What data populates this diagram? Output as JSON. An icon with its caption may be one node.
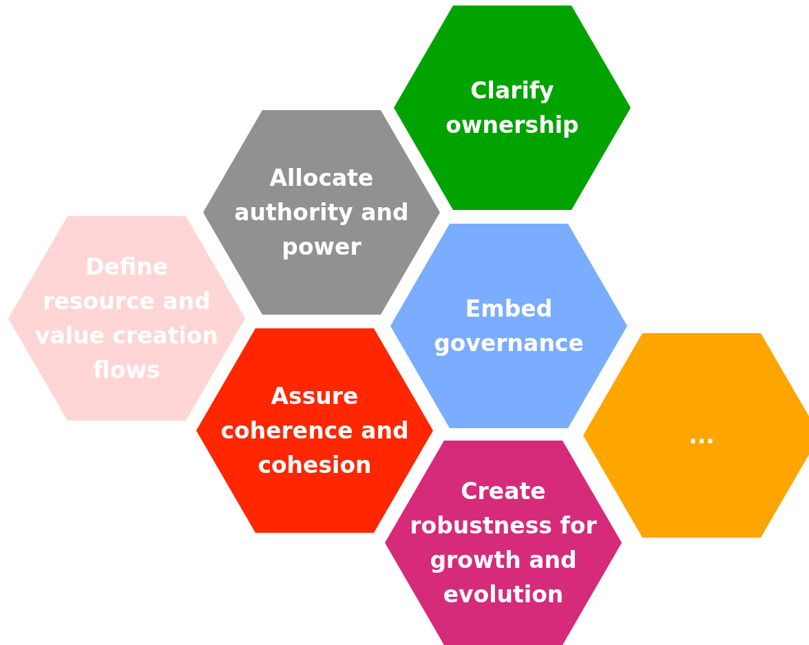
{
  "diagram": {
    "nodes": [
      {
        "text": [
          "Clarify ownership"
        ]
      },
      {
        "text": [
          "Allocate authority and power"
        ]
      },
      {
        "text": [
          "Define resource and value creation flows"
        ]
      },
      {
        "text": [
          "Embed governance"
        ]
      },
      {
        "text": [
          "Assure coherence and cohesion"
        ]
      },
      {
        "text": [
          "..."
        ]
      },
      {
        "text": [
          "Create robustness for growth and evolution"
        ]
      }
    ]
  }
}
